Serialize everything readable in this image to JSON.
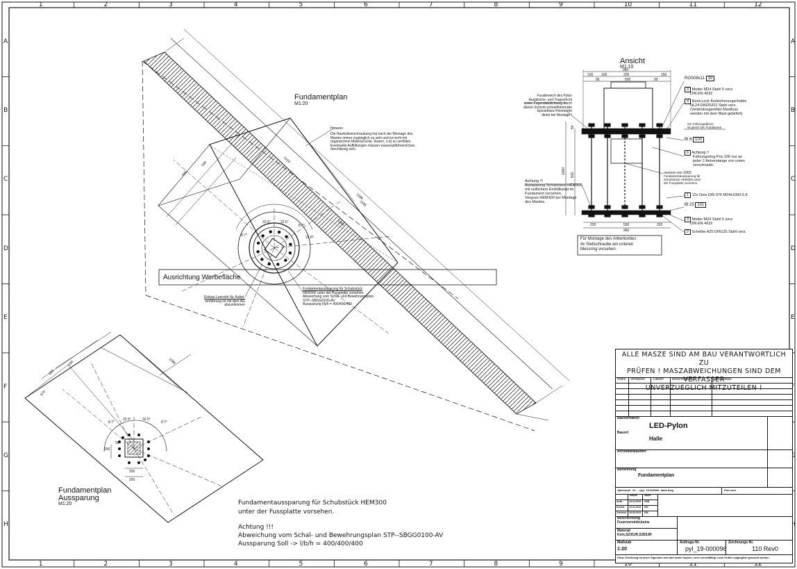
{
  "frame": {
    "cols": [
      "1",
      "2",
      "3",
      "4",
      "5",
      "6",
      "7",
      "8",
      "9",
      "10",
      "11",
      "12"
    ],
    "rows": [
      "A",
      "B",
      "C",
      "D",
      "E",
      "F",
      "G",
      "H"
    ]
  },
  "plan": {
    "title": "Fundamentplan",
    "scale": "M1:20",
    "hinweis_title": "Hinweis:",
    "hinweis_lines": [
      "Die Hauttullverschraubung hat nach der Montage des",
      "Mastes immer zugänglich zu sein und ist nicht mit",
      "organischem Material Erde, Rasen, o.ä) zu verfüllen.",
      "Eventuelle Auffüllungen müssen wasserabführend bzw.",
      "durchlässig sein."
    ],
    "ausrichtung": "Ausrichtung Werbefläche",
    "leerrohr_lines": [
      "Einbau Leerrohr für Kabel-",
      "einführung ist mit dem AG",
      "abzustimmen"
    ],
    "aussparung_lines": [
      "Fundamentaussparung für Schubstück",
      "HEM300 unter der Fussplatte vorsehen.",
      "Abweichung vom Schal- und Bewehrungsplan",
      "STP--SBGG0100-AV",
      "Aussparung l/b/h = 400/400/400"
    ],
    "dims": [
      "1086",
      "1585",
      "1410",
      "1060",
      "590",
      "590",
      "8.7°",
      "32.5°",
      "32.5°",
      "8.7°",
      "22.8°"
    ]
  },
  "ansicht": {
    "title": "Ansicht",
    "scale": "M1:10",
    "top_dims": [
      "960",
      "100",
      "200",
      "100",
      "150",
      "95",
      "500",
      "95"
    ],
    "bottom_dims": [
      "220",
      "500",
      "220",
      "960"
    ],
    "side_dims": [
      "1000",
      "810",
      "50"
    ],
    "left_note_lines": [
      "Fussbereich des Pylon",
      "Ausgleichs- und Tragschicht",
      "sowie Fugendabdichtung durch",
      "dünne Schicht schnellhärtender",
      "Epoxidharz-Feinmörtel",
      "direkt bei Montage !"
    ],
    "achtung_lines": [
      "Achtung !!!",
      "Aussparung Schubeisen HEM300",
      "mit seitlichem Einfüllkanal im",
      "Fundament vorsehen.",
      "Verguss HEM300 bei Montage",
      "des Mastes."
    ],
    "ros": "ROS08x11",
    "ros_no": "10",
    "items": [
      {
        "no": "3",
        "lines": [
          "Mutter M24 Stahl 5 verz.",
          "DIN EN 4032"
        ]
      },
      {
        "no": "4",
        "lines": [
          "Nord-Lock Keilsicherungscheibe",
          "NL24 DIN25201 Stahl verz.",
          "(Verbindungsmittel Mastfuss",
          "werden mit dem Mast geliefert)"
        ]
      },
      {
        "no": "",
        "lines": [
          "OK Führungsblech",
          "ist gleich OK Fundament"
        ]
      },
      {
        "no": "6",
        "lines": [
          "Achtung !!",
          "Führungsring Pos.100 nur an",
          "jeder 2.Ankerstange von unten",
          "verschraubt."
        ]
      },
      {
        "no": "1",
        "lines": [
          "12x Gew DIN 976 M24x1000-5.8"
        ]
      },
      {
        "no": "3",
        "lines": [
          "Mutter M24 Stahl 5 verz.",
          "DIN EN 4032"
        ]
      },
      {
        "no": "2",
        "lines": [
          "Scheibe A25 DIN125 Stahl verz."
        ]
      }
    ],
    "bl8": "Bl 8",
    "bl8_no": "100",
    "bl25": "Bl 25",
    "bl25_no": "101",
    "hem_label": "HEM300-300",
    "hem_no": "1002",
    "hem_lines": [
      "Fundamentaussparung für",
      "Schubstück HEM300 unter",
      "der Fussplatte vorsehen."
    ],
    "montage_lines": [
      "Für Montage des Ankerkorbes",
      "4x Stellschraube am unteren",
      "Messring vorsehen."
    ]
  },
  "aussparung_plan": {
    "title": "Fundamentplan",
    "subtitle": "Aussparung",
    "scale": "M1:20",
    "dims": [
      "1086",
      "590",
      "590",
      "670",
      "8.7°",
      "32.5°",
      "32.5°",
      "8.7°",
      "200",
      "200",
      "200",
      "50"
    ]
  },
  "bottom_note": {
    "lines": [
      "Fundamentaussparung für Schubstück HEM300",
      "unter der Fussplatte vorsehen."
    ],
    "achtung_lines": [
      "Achtung !!!",
      "Abweichung vom Schal- und Bewehrungsplan STP--SBGG0100-AV",
      "Aussparung Soll -> l/b/h = 400/400/400"
    ]
  },
  "title_block": {
    "warning_lines": [
      "ALLE MASZE SIND AM BAU VERANTWORTLICH ZU",
      "PRÜFEN ! MASZABWEICHUNGEN SIND DEM VERFASSER",
      "UNVERZUEGLICH MITZUTEILEN !"
    ],
    "rev_headers": [
      "Index",
      "Verfasser",
      "Datum",
      "Beschreibung",
      "Rev Details"
    ],
    "bauvorhaben_label": "Bauvorhaben",
    "bauvorhaben": "LED-Pylon",
    "bauort_label": "Bauort",
    "bauort": "Halle",
    "architekt_label": "Architekt/Bauherr",
    "benennung_label": "Benennung",
    "benennung": "Fundamentplan",
    "spielraum_label": "Spielraum",
    "spielraum_value": "01_-_lpyl_19-000096_halle.dwg",
    "plot_label": "Plot vom",
    "sig_headers": [
      "",
      "Datum",
      "Name"
    ],
    "sig_rows": [
      [
        "Aufb.",
        "13.11.2019",
        "SSB"
      ],
      [
        "Konstr.",
        "13.11.2019",
        "SW"
      ],
      [
        "Zeichner",
        "04.05.2021",
        "SW"
      ]
    ],
    "beschichtung_label": "Beschichtung",
    "beschichtung": "Feuerverzinkt,keine",
    "material_label": "Material",
    "material": "Keln,S235JR,S355JR",
    "massstab_label": "Maßstab",
    "massstab": "1:20",
    "auftrag_label": "Auftrags-Nr.",
    "auftrag": "pyl_19-000096",
    "zeichnung_label": "Zeichnungs-Nr.",
    "zeichnung": "110 Rev0",
    "footer": "Diese Zeichnung ist unser Eigentum und darf weder kopiert, noch vervielfältigt, noch Dritten zugänglich gemacht werden"
  }
}
